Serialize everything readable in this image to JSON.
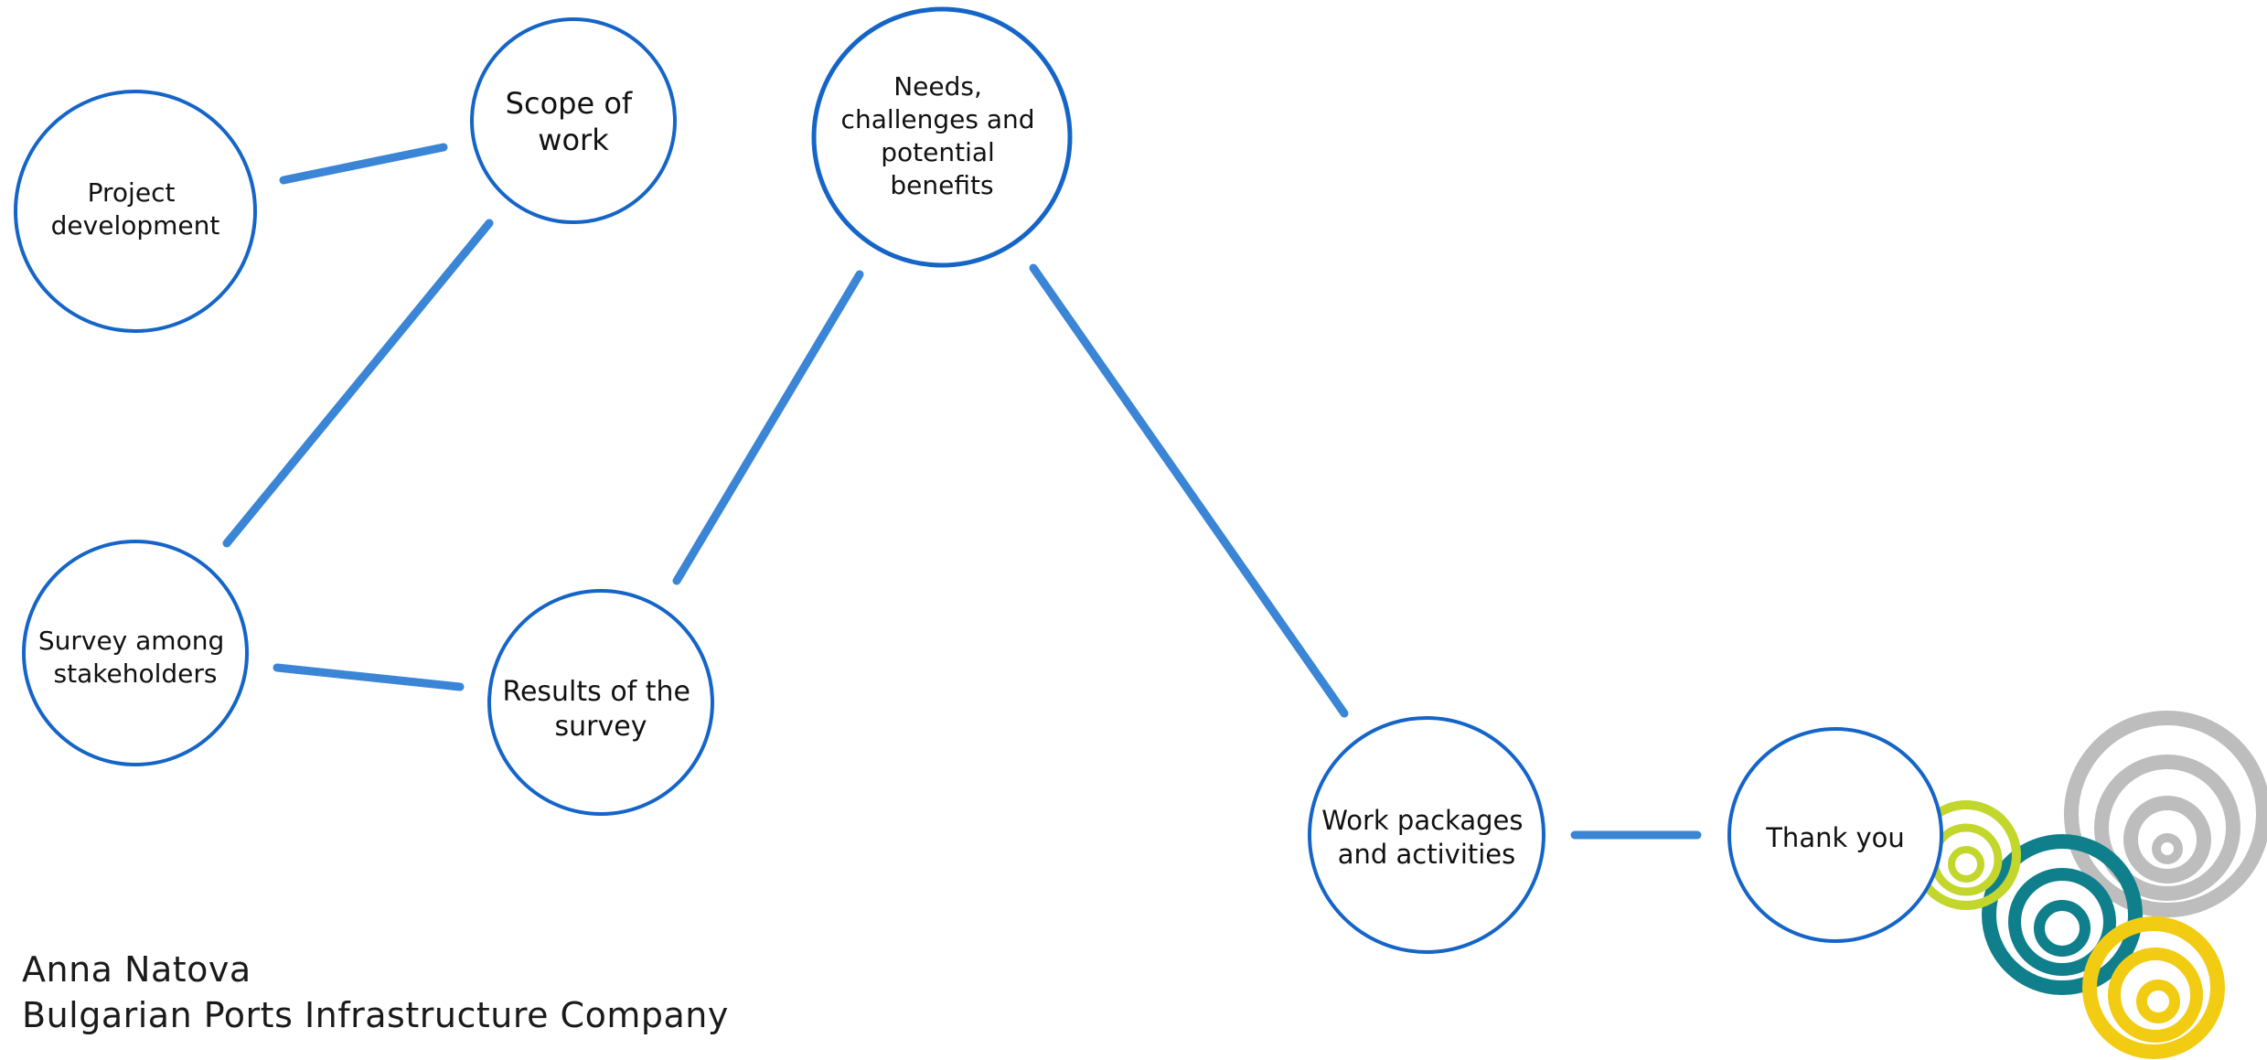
{
  "nodes": [
    {
      "id": "project-development",
      "lines": [
        "Project",
        "development"
      ]
    },
    {
      "id": "scope-of-work",
      "lines": [
        "Scope of",
        "work"
      ]
    },
    {
      "id": "needs-challenges",
      "lines": [
        "Needs,",
        "challenges and",
        "potential",
        "benefits"
      ]
    },
    {
      "id": "survey-among-stakeholders",
      "lines": [
        "Survey among",
        "stakeholders"
      ]
    },
    {
      "id": "results-of-survey",
      "lines": [
        "Results of the",
        "survey"
      ]
    },
    {
      "id": "work-packages",
      "lines": [
        "Work packages",
        "and activities"
      ]
    },
    {
      "id": "thank-you",
      "lines": [
        "Thank you"
      ]
    }
  ],
  "footer": {
    "author": "Anna Natova",
    "organization": "Bulgarian Ports Infrastructure Company"
  },
  "colors": {
    "circle_stroke": "#1565c8",
    "connector": "#3a85d6",
    "logo_gray": "#bdbdbd",
    "logo_teal": "#0f7f8c",
    "logo_lime": "#c3d62c",
    "logo_yellow": "#f2cc12"
  },
  "logo": {
    "name": "concentric-circles-logo"
  }
}
